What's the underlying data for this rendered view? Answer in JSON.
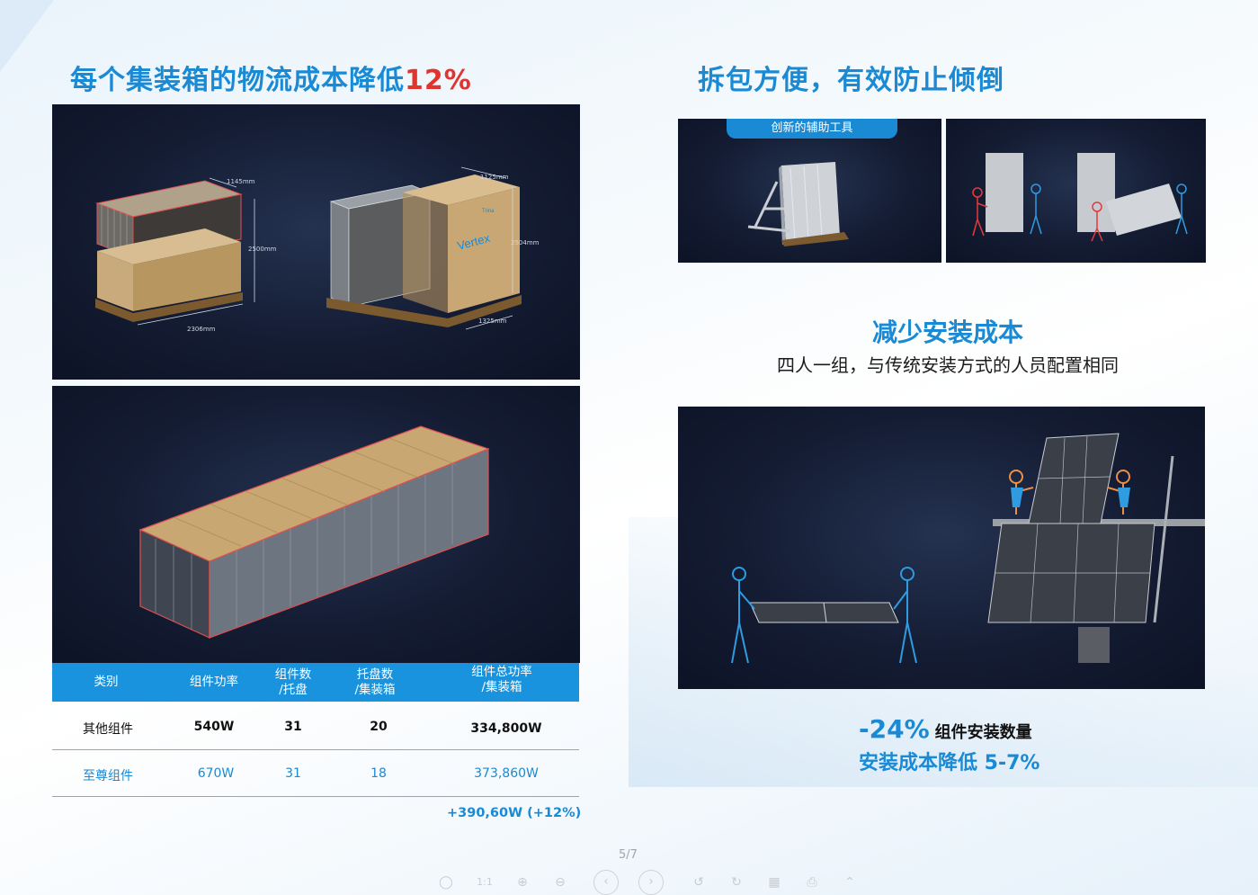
{
  "left_title": {
    "text": "每个集装箱的物流成本降低",
    "highlight": "12%"
  },
  "right_title": "拆包方便，有效防止倾倒",
  "tool_banner": "创新的辅助工具",
  "dims_left": {
    "w": "1145mm",
    "h": "2500mm",
    "l": "2306mm"
  },
  "dims_right": {
    "w": "1125mm",
    "h": "2504mm",
    "l": "1325mm"
  },
  "brand_label": "Vertex",
  "brand_small": "Trina",
  "install": {
    "title": "减少安装成本",
    "desc": "四人一组，与传统安装方式的人员配置相同"
  },
  "table": {
    "headers": [
      "类别",
      "组件功率",
      "组件数\n/托盘",
      "托盘数\n/集装箱",
      "组件总功率\n/集装箱"
    ],
    "rows": [
      [
        "其他组件",
        "540W",
        "31",
        "20",
        "334,800W"
      ],
      [
        "至尊组件",
        "670W",
        "31",
        "18",
        "373,860W"
      ]
    ],
    "total": "+390,60W (+12%)"
  },
  "stats": {
    "pct": "-24%",
    "label": "组件安装数量",
    "line2": "安装成本降低 5-7%"
  },
  "page_number": "5/7",
  "toolbar_icons": [
    "mouse-icon",
    "one-to-one-icon",
    "zoom-in-icon",
    "zoom-out-icon",
    "prev-icon",
    "next-icon",
    "rotate-left-icon",
    "rotate-right-icon",
    "delete-icon",
    "print-icon",
    "up-icon"
  ],
  "colors": {
    "accent": "#1a8ad4",
    "red": "#e0342f",
    "table_header": "#1993dd"
  }
}
